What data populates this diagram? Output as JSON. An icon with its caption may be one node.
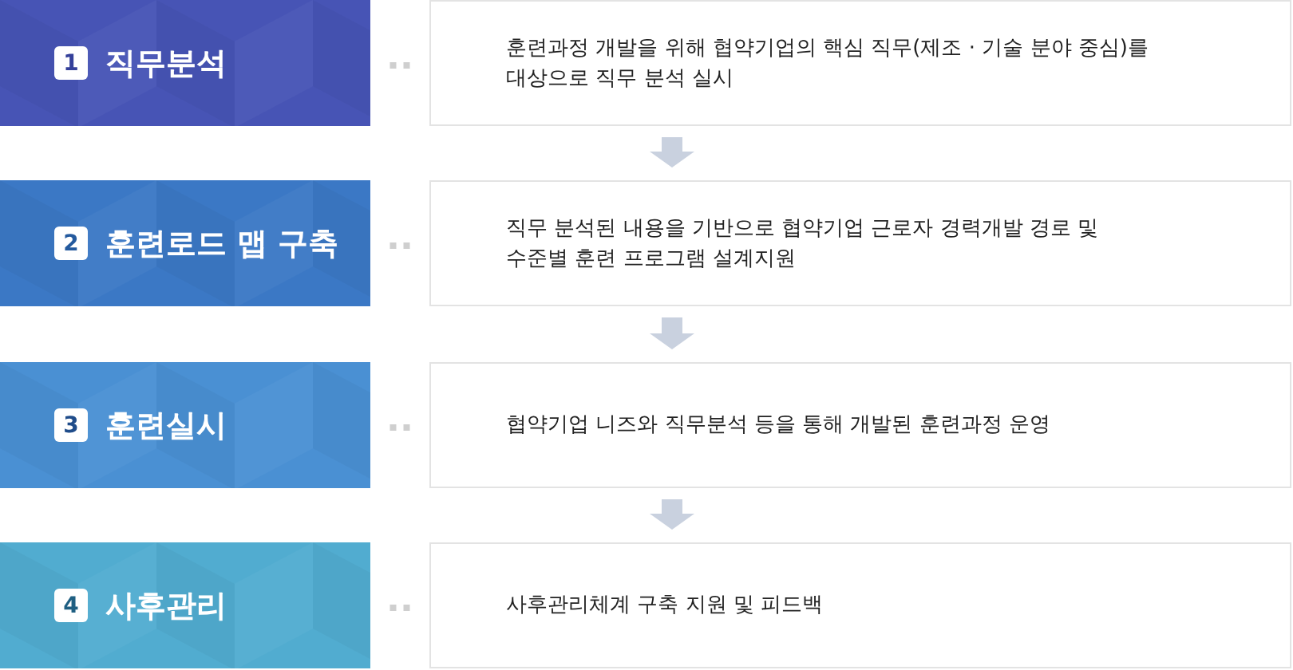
{
  "diagram": {
    "nodes": [
      {
        "text": [
          "1",
          "직무분석"
        ]
      },
      {
        "text": [
          "훈련과정 개발을 위해 협약기업의 핵심 직무(제조 · 기술 분야 중심)를 대상으로 직무 분석 실시"
        ]
      },
      {
        "text": [
          "2",
          "훈련로드 맵 구축"
        ]
      },
      {
        "text": [
          "직무 분석된 내용을 기반으로 협약기업 근로자 경력개발 경로 및 수준별 훈련 프로그램 설계지원"
        ]
      },
      {
        "text": [
          "3",
          "훈련실시"
        ]
      },
      {
        "text": [
          "협약기업 니즈와 직무분석 등을 통해 개발된 훈련과정 운영"
        ]
      },
      {
        "text": [
          "4",
          "사후관리"
        ]
      },
      {
        "text": [
          "사후관리체계 구축 지원 및 피드백"
        ]
      }
    ],
    "edges": [
      {
        "from": 0,
        "to": 1,
        "arrow": "none",
        "style": "dashed"
      },
      {
        "from": 1,
        "to": 3,
        "arrow": "to",
        "style": "thick",
        "color": "#c9d1df"
      },
      {
        "from": 2,
        "to": 3,
        "arrow": "none",
        "style": "dashed"
      },
      {
        "from": 3,
        "to": 5,
        "arrow": "to",
        "style": "thick",
        "color": "#c9d1df"
      },
      {
        "from": 4,
        "to": 5,
        "arrow": "none",
        "style": "dashed"
      },
      {
        "from": 5,
        "to": 7,
        "arrow": "to",
        "style": "thick",
        "color": "#c9d1df"
      },
      {
        "from": 6,
        "to": 7,
        "arrow": "none",
        "style": "dashed"
      }
    ]
  }
}
